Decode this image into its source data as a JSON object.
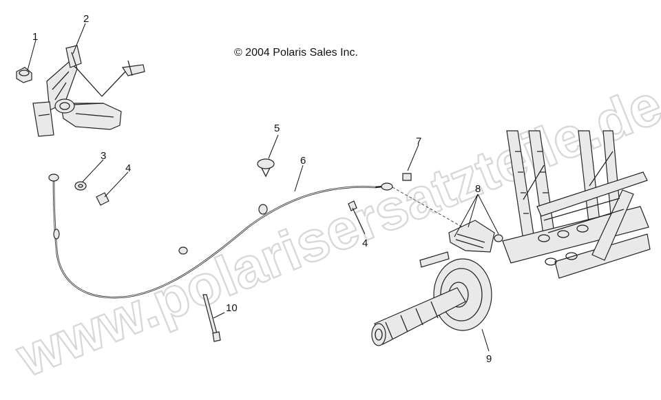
{
  "copyright": "© 2004 Polaris Sales Inc.",
  "watermark": "www.polarisersatzteile.de",
  "callouts": {
    "c1": "1",
    "c2": "2",
    "c3": "3",
    "c4a": "4",
    "c4b": "4",
    "c5": "5",
    "c6": "6",
    "c7": "7",
    "c8": "8",
    "c9": "9",
    "c10": "10"
  }
}
